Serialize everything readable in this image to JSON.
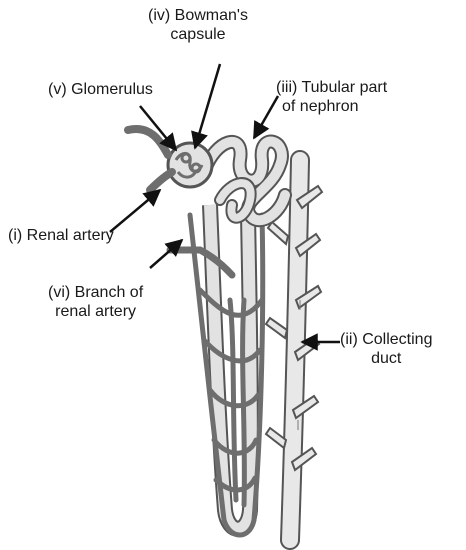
{
  "labels": {
    "bowmans": {
      "line1": "(iv) Bowman's",
      "line2": "capsule"
    },
    "glomerulus": "(v) Glomerulus",
    "tubular": {
      "line1": "(iii) Tubular  part",
      "line2": "of nephron"
    },
    "renal_artery": "(i) Renal artery",
    "branch": {
      "line1": "(vi) Branch of",
      "line2": "renal artery"
    },
    "collecting": {
      "line1": "(ii) Collecting",
      "line2": "duct"
    }
  },
  "colors": {
    "tubule_fill": "#e2e2e2",
    "tubule_stroke": "#555555",
    "vessel_fill": "#6e6e6e",
    "arrow": "#111111"
  }
}
